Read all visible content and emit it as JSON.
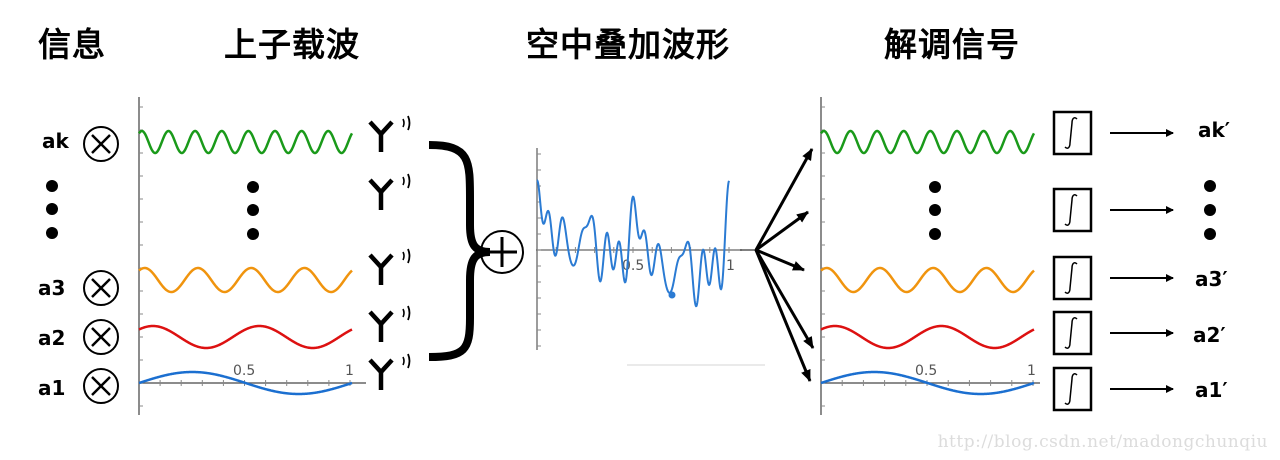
{
  "titles": {
    "info": "信息",
    "subcarrier": "上子载波",
    "superposition": "空中叠加波形",
    "demod": "解调信号"
  },
  "info_labels": [
    "ak",
    "a3",
    "a2",
    "a1"
  ],
  "demod_labels": [
    "ak′",
    "a3′",
    "a2′",
    "a1′"
  ],
  "axis": {
    "tick_half": "0.5",
    "tick_one": "1"
  },
  "composite_axis": {
    "tick_half": "0.5",
    "tick_one": "1"
  },
  "icons": {
    "multiply": "circle-times-icon",
    "antenna": "antenna-icon",
    "brace": "right-brace-icon",
    "sum": "circle-plus-icon",
    "integrator": "integral-box-icon",
    "arrow": "arrow-right-icon"
  },
  "colors": {
    "ak": "#1a9a1a",
    "a3": "#f0940e",
    "a2": "#dd1111",
    "a1": "#1b6fd0",
    "composite": "#2b7bd3",
    "axis": "#666666"
  },
  "carriers": [
    {
      "name": "ak",
      "cycles": 8,
      "color": "#1a9a1a"
    },
    {
      "name": "a3",
      "cycles": 4,
      "color": "#f0940e"
    },
    {
      "name": "a2",
      "cycles": 2,
      "color": "#dd1111"
    },
    {
      "name": "a1",
      "cycles": 1,
      "color": "#1b6fd0"
    }
  ],
  "watermark": "http://blog.csdn.net/madongchunqiu"
}
